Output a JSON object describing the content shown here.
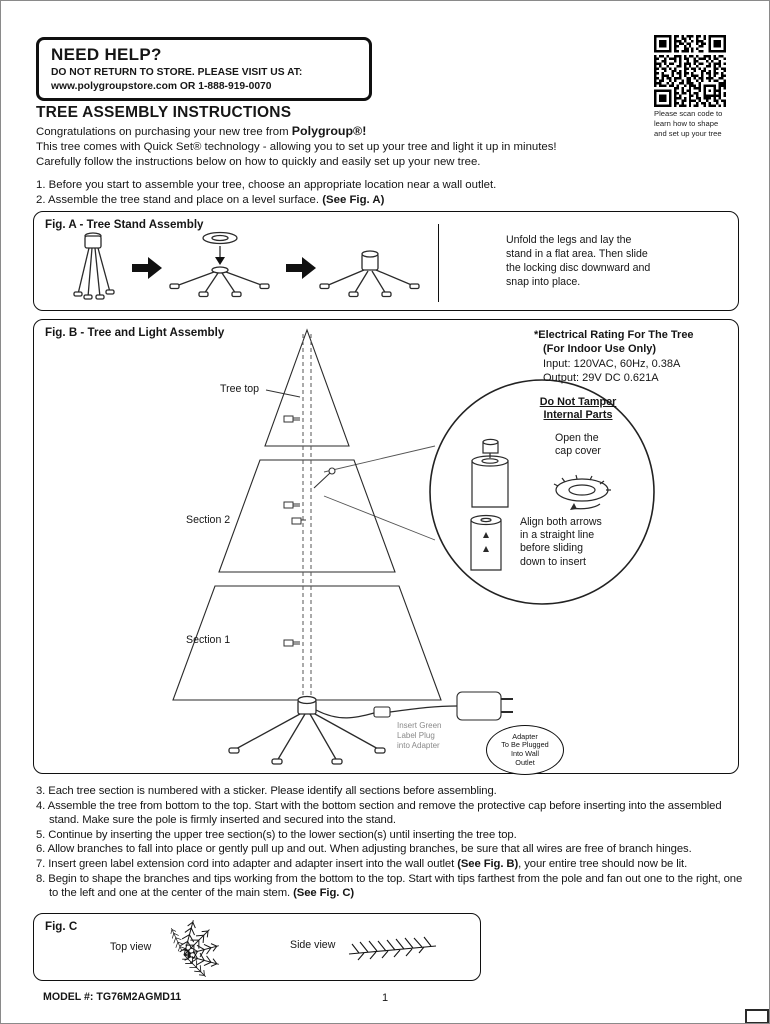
{
  "header": {
    "help_title": "NEED HELP?",
    "help_line1": "DO NOT RETURN TO STORE. PLEASE VISIT US AT:",
    "help_line2": "www.polygroupstore.com OR 1-888-919-0070",
    "qr_caption": "Please scan code to\nlearn how to shape\nand set up your tree"
  },
  "intro": {
    "title": "TREE ASSEMBLY INSTRUCTIONS",
    "line1_pre": "Congratulations on purchasing your new tree from ",
    "line1_bold": "Polygroup®!",
    "line2": "This tree comes with Quick Set® technology - allowing you to set up your tree and light it up in minutes!",
    "line3": "Carefully follow the instructions below on how to quickly and easily set up your new tree.",
    "step1": "1. Before you start to assemble your tree, choose an appropriate location near a wall outlet.",
    "step2_pre": "2. Assemble the tree stand and place on a level surface. ",
    "step2_bold": "(See Fig. A)"
  },
  "fig_a": {
    "title": "Fig. A - Tree Stand Assembly",
    "note": "Unfold the legs and lay the\nstand in a flat area. Then slide\nthe locking disc downward and\nsnap into place."
  },
  "fig_b": {
    "title": "Fig. B - Tree and Light Assembly",
    "electrical_line1": "*Electrical Rating For The Tree",
    "electrical_line2": "(For Indoor Use Only)",
    "electrical_line3": "Input: 120VAC, 60Hz, 0.38A",
    "electrical_line4": "Output: 29V DC 0.621A",
    "do_not_tamper": "Do Not Tamper\nInternal Parts",
    "open_cap": "Open the\ncap cover",
    "align_arrows": "Align both arrows\nin a straight line\nbefore sliding\ndown to insert",
    "label_tree_top": "Tree top",
    "label_section2": "Section 2",
    "label_section1": "Section 1",
    "insert_green": "Insert Green\nLabel Plug\ninto Adapter",
    "adapter_cloud": "Adapter\nTo Be Plugged\nInto Wall\nOutlet"
  },
  "steps": [
    {
      "pre": "3. Each tree section is numbered with a sticker. Please identify all sections before assembling.",
      "bold": "",
      "post": ""
    },
    {
      "pre": "4. Assemble the tree from bottom to the top. Start with the bottom section and remove the protective cap before inserting into the assembled stand. Make sure the pole is firmly inserted and secured into the stand.",
      "bold": "",
      "post": ""
    },
    {
      "pre": "5. Continue by inserting the upper tree section(s) to the lower section(s) until inserting the tree top.",
      "bold": "",
      "post": ""
    },
    {
      "pre": "6. Allow branches to fall into place or gently pull up and out. When adjusting branches, be sure that all wires are free of branch hinges.",
      "bold": "",
      "post": ""
    },
    {
      "pre": "7. Insert green label extension cord into adapter and adapter insert into the wall outlet ",
      "bold": "(See Fig. B)",
      "post": ", your entire tree should now be lit."
    },
    {
      "pre": "8. Begin to shape the branches and tips working from the bottom to the top. Start with tips farthest from the pole and fan out one to the right, one to the left and one at the center of the main stem. ",
      "bold": "(See Fig. C)",
      "post": ""
    }
  ],
  "fig_c": {
    "title": "Fig. C",
    "label_top_view": "Top view",
    "label_side_view": "Side view"
  },
  "footer": {
    "model": "MODEL #: TG76M2AGMD11",
    "page_number": "1"
  }
}
